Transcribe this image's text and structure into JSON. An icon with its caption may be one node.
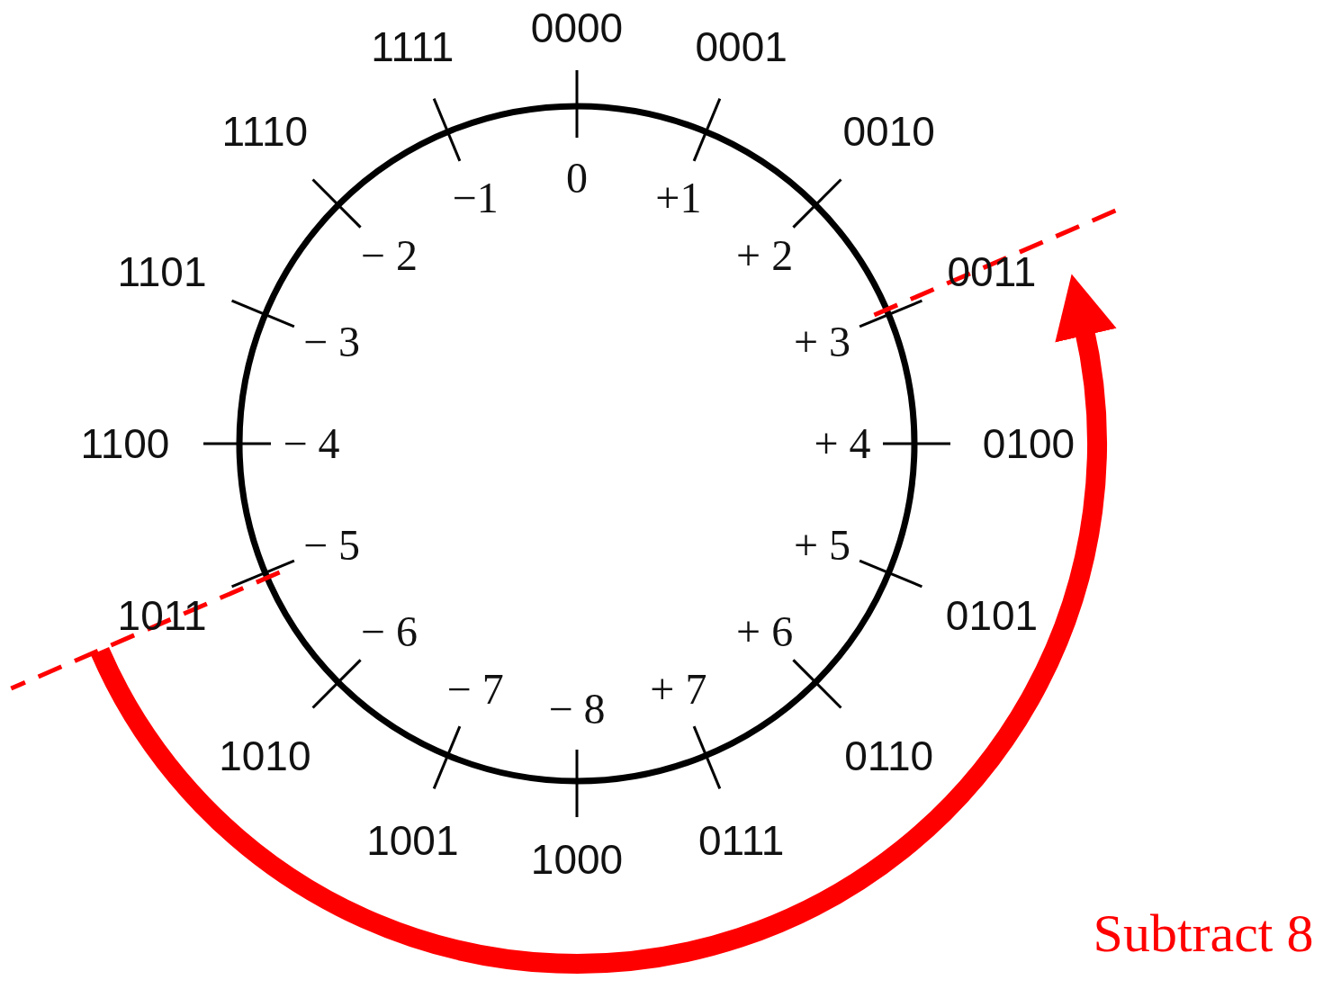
{
  "diagram": {
    "labels": [
      "0000",
      "0",
      "0001",
      "+1",
      "0010",
      "+ 2",
      "0011",
      "+ 3",
      "0100",
      "+ 4",
      "0101",
      "+ 5",
      "0110",
      "+ 6",
      "0111",
      "+ 7",
      "1000",
      "− 8",
      "1001",
      "− 7",
      "1010",
      "− 6",
      "1011",
      "− 5",
      "1100",
      "− 4",
      "1101",
      "− 3",
      "1110",
      "− 2",
      "1111",
      "−1",
      "Subtract 8"
    ]
  }
}
